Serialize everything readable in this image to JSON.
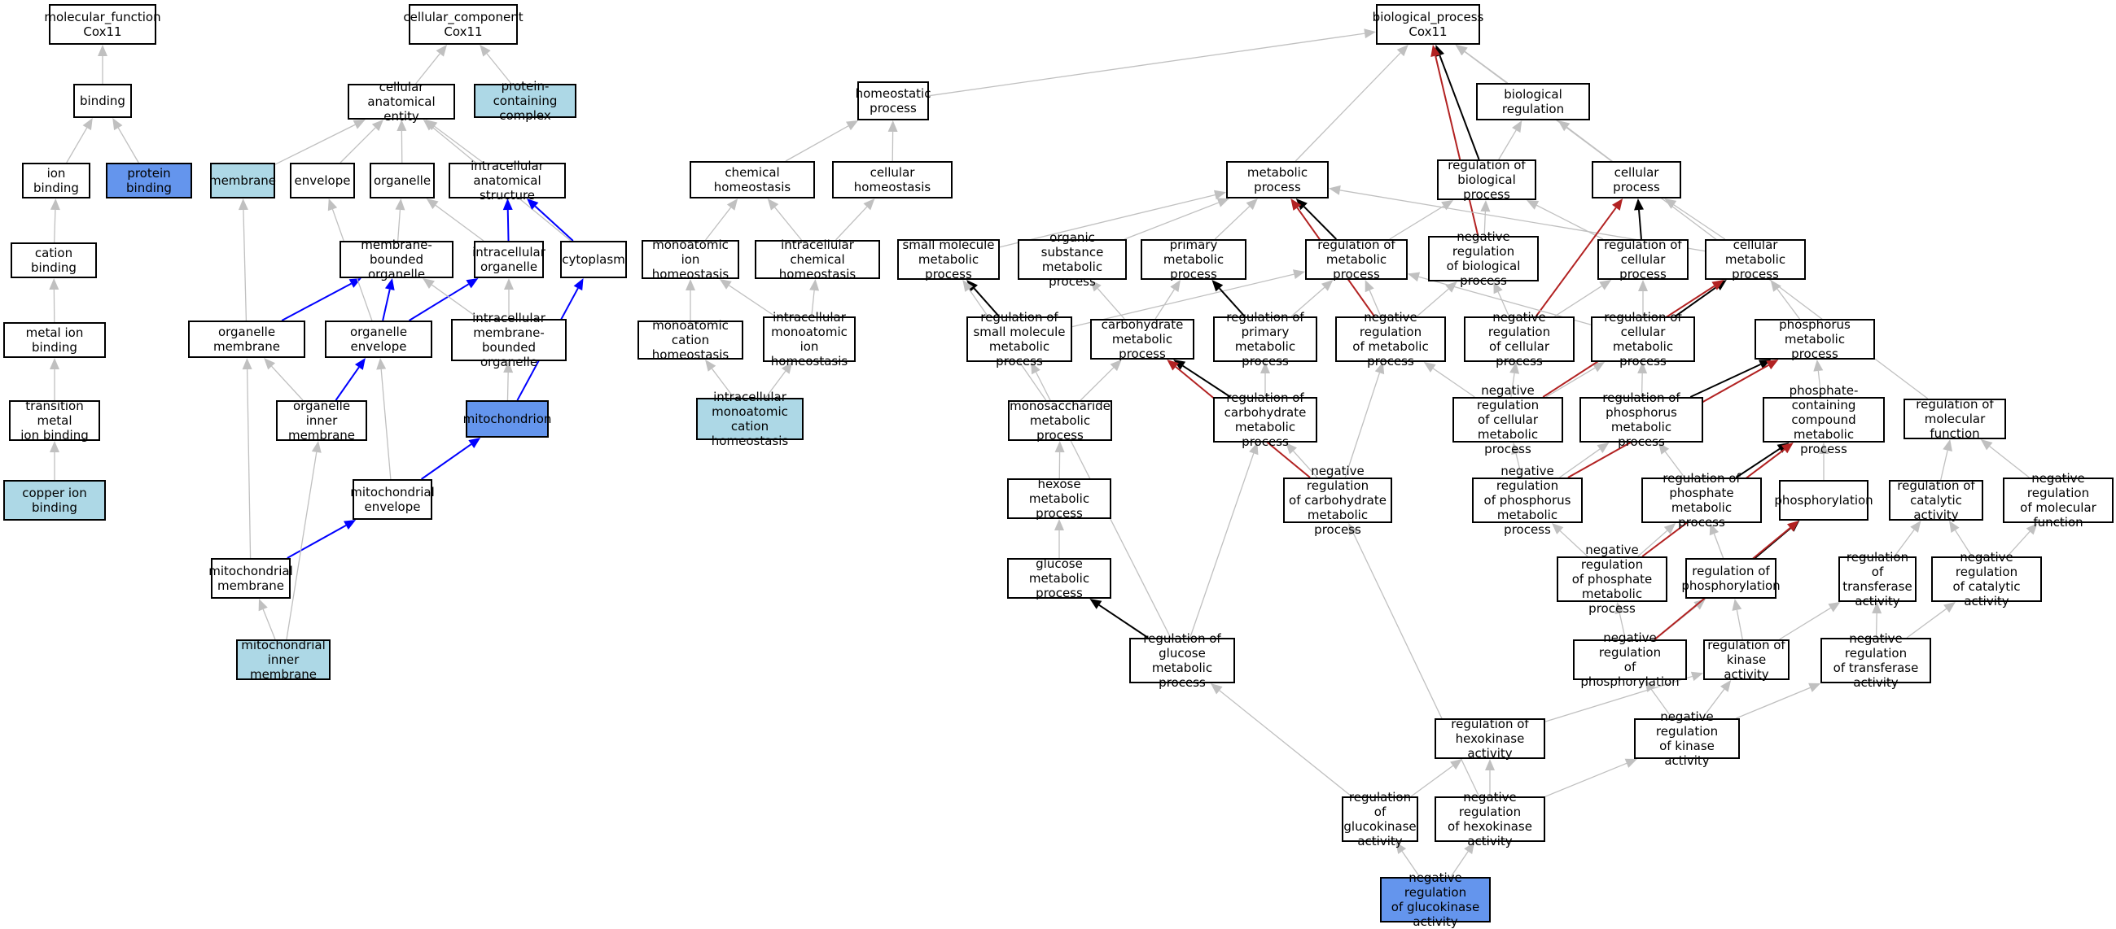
{
  "colors": {
    "gray_edge": "#c0c0c0",
    "black_edge": "#000000",
    "blue_edge": "#0000ff",
    "red_edge": "#b22222",
    "light_fill": "#add8e6",
    "dark_fill": "#6495ed"
  },
  "nodes": {
    "mf": "molecular_function\nCox11",
    "binding": "binding",
    "ion_binding": "ion binding",
    "protein_binding": "protein binding",
    "cation_binding": "cation binding",
    "metal_ion_binding": "metal ion binding",
    "transition_metal": "transition metal\nion binding",
    "copper_ion_binding": "copper ion binding",
    "cc": "cellular_component\nCox11",
    "cae": "cellular anatomical\nentity",
    "pcc": "protein-containing\ncomplex",
    "membrane": "membrane",
    "envelope": "envelope",
    "organelle": "organelle",
    "ias": "intracellular\nanatomical structure",
    "mbo": "membrane-bounded\norganelle",
    "io": "intracellular\norganelle",
    "cytoplasm": "cytoplasm",
    "org_membrane": "organelle membrane",
    "org_envelope": "organelle envelope",
    "imbo": "intracellular\nmembrane-bounded\norganelle",
    "org_inner": "organelle inner\nmembrane",
    "mitochondrion": "mitochondrion",
    "mito_env": "mitochondrial\nenvelope",
    "mito_membrane": "mitochondrial\nmembrane",
    "mito_inner": "mitochondrial\ninner membrane",
    "homeostatic": "homeostatic\nprocess",
    "chem_homeo": "chemical homeostasis",
    "cell_homeo": "cellular homeostasis",
    "mai_homeo": "monoatomic ion\nhomeostasis",
    "icch": "intracellular\nchemical homeostasis",
    "mac_homeo": "monoatomic cation\nhomeostasis",
    "imai_homeo": "intracellular\nmonoatomic ion\nhomeostasis",
    "imac_homeo": "intracellular\nmonoatomic cation\nhomeostasis",
    "bp": "biological_process\nCox11",
    "bio_reg": "biological regulation",
    "metabolic": "metabolic process",
    "reg_bp": "regulation of\nbiological process",
    "cellular_proc": "cellular process",
    "small_mol": "small molecule\nmetabolic process",
    "org_sub": "organic substance\nmetabolic process",
    "primary_met": "primary metabolic\nprocess",
    "reg_met": "regulation of\nmetabolic process",
    "neg_reg_bp": "negative regulation\nof biological\nprocess",
    "reg_cell_proc": "regulation of\ncellular process",
    "cell_met": "cellular metabolic\nprocess",
    "reg_small": "regulation of\nsmall molecule\nmetabolic process",
    "carb_met": "carbohydrate\nmetabolic process",
    "reg_primary": "regulation of\nprimary metabolic\nprocess",
    "neg_reg_met": "negative regulation\nof metabolic\nprocess",
    "neg_reg_cell_proc": "negative regulation\nof cellular\nprocess",
    "reg_cell_met": "regulation of\ncellular metabolic\nprocess",
    "phos_met": "phosphorus metabolic\nprocess",
    "mono_met": "monosaccharide\nmetabolic process",
    "reg_carb": "regulation of\ncarbohydrate\nmetabolic process",
    "neg_reg_cell_met": "negative regulation\nof cellular\nmetabolic process",
    "reg_phos_met": "regulation of\nphosphorus metabolic\nprocess",
    "pccmp": "phosphate-containing\ncompound metabolic\nprocess",
    "reg_mol_func": "regulation of\nmolecular function",
    "hexose": "hexose metabolic\nprocess",
    "neg_reg_carb": "negative regulation\nof carbohydrate\nmetabolic process",
    "neg_reg_phos_met": "negative regulation\nof phosphorus\nmetabolic process",
    "reg_phosphate": "regulation of\nphosphate metabolic\nprocess",
    "phosphorylation": "phosphorylation",
    "reg_cat": "regulation of\ncatalytic activity",
    "neg_reg_mol_func": "negative regulation\nof molecular\nfunction",
    "glucose": "glucose metabolic\nprocess",
    "neg_reg_phosphate": "negative regulation\nof phosphate\nmetabolic process",
    "reg_phosphorylation": "regulation of\nphosphorylation",
    "reg_transferase": "regulation of\ntransferase\nactivity",
    "neg_reg_cat": "negative regulation\nof catalytic\nactivity",
    "reg_glucose": "regulation of\nglucose metabolic\nprocess",
    "neg_reg_phosphorylation": "negative regulation\nof phosphorylation",
    "reg_kinase": "regulation of\nkinase activity",
    "neg_reg_transferase": "negative regulation\nof transferase\nactivity",
    "reg_hexokinase": "regulation of\nhexokinase activity",
    "neg_reg_kinase": "negative regulation\nof kinase activity",
    "reg_glucokinase": "regulation of\nglucokinase\nactivity",
    "neg_reg_hexokinase": "negative regulation\nof hexokinase\nactivity",
    "neg_reg_glucokinase": "negative regulation\nof glucokinase\nactivity"
  },
  "edges": [
    {
      "from": "binding",
      "to": "mf",
      "color": "gray"
    },
    {
      "from": "ion_binding",
      "to": "binding",
      "color": "gray"
    },
    {
      "from": "protein_binding",
      "to": "binding",
      "color": "gray"
    },
    {
      "from": "cation_binding",
      "to": "ion_binding",
      "color": "gray"
    },
    {
      "from": "metal_ion_binding",
      "to": "cation_binding",
      "color": "gray"
    },
    {
      "from": "transition_metal",
      "to": "metal_ion_binding",
      "color": "gray"
    },
    {
      "from": "copper_ion_binding",
      "to": "transition_metal",
      "color": "gray"
    },
    {
      "from": "cae",
      "to": "cc",
      "color": "gray"
    },
    {
      "from": "pcc",
      "to": "cc",
      "color": "gray"
    },
    {
      "from": "membrane",
      "to": "cae",
      "color": "gray"
    },
    {
      "from": "envelope",
      "to": "cae",
      "color": "gray"
    },
    {
      "from": "organelle",
      "to": "cae",
      "color": "gray"
    },
    {
      "from": "ias",
      "to": "cae",
      "color": "gray"
    },
    {
      "from": "cytoplasm",
      "to": "cae",
      "color": "gray"
    },
    {
      "from": "mbo",
      "to": "organelle",
      "color": "gray"
    },
    {
      "from": "io",
      "to": "organelle",
      "color": "gray"
    },
    {
      "from": "io",
      "to": "ias",
      "color": "blue"
    },
    {
      "from": "cytoplasm",
      "to": "ias",
      "color": "blue"
    },
    {
      "from": "org_membrane",
      "to": "membrane",
      "color": "gray"
    },
    {
      "from": "org_membrane",
      "to": "mbo",
      "color": "blue"
    },
    {
      "from": "org_envelope",
      "to": "mbo",
      "color": "blue"
    },
    {
      "from": "org_envelope",
      "to": "io",
      "color": "blue"
    },
    {
      "from": "org_envelope",
      "to": "envelope",
      "color": "gray"
    },
    {
      "from": "imbo",
      "to": "mbo",
      "color": "gray"
    },
    {
      "from": "imbo",
      "to": "io",
      "color": "gray"
    },
    {
      "from": "org_inner",
      "to": "org_membrane",
      "color": "gray"
    },
    {
      "from": "org_inner",
      "to": "org_envelope",
      "color": "blue"
    },
    {
      "from": "mitochondrion",
      "to": "imbo",
      "color": "gray"
    },
    {
      "from": "mitochondrion",
      "to": "cytoplasm",
      "color": "blue"
    },
    {
      "from": "mito_env",
      "to": "org_envelope",
      "color": "gray"
    },
    {
      "from": "mito_env",
      "to": "mitochondrion",
      "color": "blue"
    },
    {
      "from": "mito_membrane",
      "to": "org_membrane",
      "color": "gray"
    },
    {
      "from": "mito_membrane",
      "to": "mito_env",
      "color": "blue"
    },
    {
      "from": "mito_inner",
      "to": "mito_membrane",
      "color": "gray"
    },
    {
      "from": "mito_inner",
      "to": "org_inner",
      "color": "gray"
    },
    {
      "from": "homeostatic",
      "to": "bp",
      "color": "gray"
    },
    {
      "from": "chem_homeo",
      "to": "homeostatic",
      "color": "gray"
    },
    {
      "from": "cell_homeo",
      "to": "homeostatic",
      "color": "gray"
    },
    {
      "from": "mai_homeo",
      "to": "chem_homeo",
      "color": "gray"
    },
    {
      "from": "icch",
      "to": "chem_homeo",
      "color": "gray"
    },
    {
      "from": "icch",
      "to": "cell_homeo",
      "color": "gray"
    },
    {
      "from": "mac_homeo",
      "to": "mai_homeo",
      "color": "gray"
    },
    {
      "from": "imai_homeo",
      "to": "mai_homeo",
      "color": "gray"
    },
    {
      "from": "imai_homeo",
      "to": "icch",
      "color": "gray"
    },
    {
      "from": "imac_homeo",
      "to": "mac_homeo",
      "color": "gray"
    },
    {
      "from": "imac_homeo",
      "to": "imai_homeo",
      "color": "gray"
    },
    {
      "from": "bio_reg",
      "to": "bp",
      "color": "gray"
    },
    {
      "from": "metabolic",
      "to": "bp",
      "color": "gray"
    },
    {
      "from": "cellular_proc",
      "to": "bp",
      "color": "gray"
    },
    {
      "from": "reg_bp",
      "to": "bio_reg",
      "color": "gray"
    },
    {
      "from": "reg_bp",
      "to": "bp",
      "color": "black"
    },
    {
      "from": "neg_reg_bp",
      "to": "reg_bp",
      "color": "gray"
    },
    {
      "from": "neg_reg_bp",
      "to": "bp",
      "color": "red"
    },
    {
      "from": "small_mol",
      "to": "metabolic",
      "color": "gray"
    },
    {
      "from": "org_sub",
      "to": "metabolic",
      "color": "gray"
    },
    {
      "from": "primary_met",
      "to": "metabolic",
      "color": "gray"
    },
    {
      "from": "cell_met",
      "to": "metabolic",
      "color": "gray"
    },
    {
      "from": "cell_met",
      "to": "cellular_proc",
      "color": "gray"
    },
    {
      "from": "reg_met",
      "to": "metabolic",
      "color": "black"
    },
    {
      "from": "reg_met",
      "to": "reg_bp",
      "color": "gray"
    },
    {
      "from": "reg_cell_proc",
      "to": "cellular_proc",
      "color": "black"
    },
    {
      "from": "reg_cell_proc",
      "to": "reg_bp",
      "color": "gray"
    },
    {
      "from": "reg_small",
      "to": "small_mol",
      "color": "black"
    },
    {
      "from": "reg_small",
      "to": "reg_met",
      "color": "gray"
    },
    {
      "from": "carb_met",
      "to": "org_sub",
      "color": "gray"
    },
    {
      "from": "carb_met",
      "to": "primary_met",
      "color": "gray"
    },
    {
      "from": "reg_primary",
      "to": "primary_met",
      "color": "black"
    },
    {
      "from": "reg_primary",
      "to": "reg_met",
      "color": "gray"
    },
    {
      "from": "neg_reg_met",
      "to": "reg_met",
      "color": "gray"
    },
    {
      "from": "neg_reg_met",
      "to": "neg_reg_bp",
      "color": "gray"
    },
    {
      "from": "neg_reg_met",
      "to": "metabolic",
      "color": "red"
    },
    {
      "from": "neg_reg_cell_proc",
      "to": "reg_cell_proc",
      "color": "gray"
    },
    {
      "from": "neg_reg_cell_proc",
      "to": "neg_reg_bp",
      "color": "gray"
    },
    {
      "from": "neg_reg_cell_proc",
      "to": "cellular_proc",
      "color": "red"
    },
    {
      "from": "reg_cell_met",
      "to": "cell_met",
      "color": "black"
    },
    {
      "from": "reg_cell_met",
      "to": "reg_cell_proc",
      "color": "gray"
    },
    {
      "from": "reg_cell_met",
      "to": "reg_met",
      "color": "gray"
    },
    {
      "from": "phos_met",
      "to": "cell_met",
      "color": "gray"
    },
    {
      "from": "mono_met",
      "to": "carb_met",
      "color": "gray"
    },
    {
      "from": "mono_met",
      "to": "small_mol",
      "color": "gray"
    },
    {
      "from": "reg_carb",
      "to": "carb_met",
      "color": "black"
    },
    {
      "from": "reg_carb",
      "to": "reg_primary",
      "color": "gray"
    },
    {
      "from": "neg_reg_cell_met",
      "to": "reg_cell_met",
      "color": "gray"
    },
    {
      "from": "neg_reg_cell_met",
      "to": "neg_reg_met",
      "color": "gray"
    },
    {
      "from": "neg_reg_cell_met",
      "to": "neg_reg_cell_proc",
      "color": "gray"
    },
    {
      "from": "neg_reg_cell_met",
      "to": "cell_met",
      "color": "red"
    },
    {
      "from": "reg_phos_met",
      "to": "phos_met",
      "color": "black"
    },
    {
      "from": "reg_phos_met",
      "to": "reg_cell_met",
      "color": "gray"
    },
    {
      "from": "pccmp",
      "to": "phos_met",
      "color": "gray"
    },
    {
      "from": "reg_mol_func",
      "to": "bio_reg",
      "color": "gray"
    },
    {
      "from": "hexose",
      "to": "mono_met",
      "color": "gray"
    },
    {
      "from": "neg_reg_carb",
      "to": "reg_carb",
      "color": "gray"
    },
    {
      "from": "neg_reg_carb",
      "to": "neg_reg_met",
      "color": "gray"
    },
    {
      "from": "neg_reg_carb",
      "to": "carb_met",
      "color": "red"
    },
    {
      "from": "neg_reg_phos_met",
      "to": "reg_phos_met",
      "color": "gray"
    },
    {
      "from": "neg_reg_phos_met",
      "to": "neg_reg_cell_met",
      "color": "gray"
    },
    {
      "from": "neg_reg_phos_met",
      "to": "phos_met",
      "color": "red"
    },
    {
      "from": "reg_phosphate",
      "to": "pccmp",
      "color": "black"
    },
    {
      "from": "reg_phosphate",
      "to": "reg_phos_met",
      "color": "gray"
    },
    {
      "from": "phosphorylation",
      "to": "pccmp",
      "color": "gray"
    },
    {
      "from": "reg_cat",
      "to": "reg_mol_func",
      "color": "gray"
    },
    {
      "from": "neg_reg_mol_func",
      "to": "reg_mol_func",
      "color": "gray"
    },
    {
      "from": "glucose",
      "to": "hexose",
      "color": "gray"
    },
    {
      "from": "neg_reg_phosphate",
      "to": "reg_phosphate",
      "color": "gray"
    },
    {
      "from": "neg_reg_phosphate",
      "to": "neg_reg_phos_met",
      "color": "gray"
    },
    {
      "from": "neg_reg_phosphate",
      "to": "pccmp",
      "color": "red"
    },
    {
      "from": "reg_phosphorylation",
      "to": "phosphorylation",
      "color": "black"
    },
    {
      "from": "reg_phosphorylation",
      "to": "reg_phosphate",
      "color": "gray"
    },
    {
      "from": "reg_transferase",
      "to": "reg_cat",
      "color": "gray"
    },
    {
      "from": "neg_reg_cat",
      "to": "reg_cat",
      "color": "gray"
    },
    {
      "from": "neg_reg_cat",
      "to": "neg_reg_mol_func",
      "color": "gray"
    },
    {
      "from": "reg_glucose",
      "to": "glucose",
      "color": "black"
    },
    {
      "from": "reg_glucose",
      "to": "reg_carb",
      "color": "gray"
    },
    {
      "from": "reg_glucose",
      "to": "reg_small",
      "color": "gray"
    },
    {
      "from": "neg_reg_phosphorylation",
      "to": "reg_phosphorylation",
      "color": "gray"
    },
    {
      "from": "neg_reg_phosphorylation",
      "to": "neg_reg_phosphate",
      "color": "gray"
    },
    {
      "from": "neg_reg_phosphorylation",
      "to": "phosphorylation",
      "color": "red"
    },
    {
      "from": "reg_kinase",
      "to": "reg_phosphorylation",
      "color": "gray"
    },
    {
      "from": "reg_kinase",
      "to": "reg_transferase",
      "color": "gray"
    },
    {
      "from": "neg_reg_transferase",
      "to": "reg_transferase",
      "color": "gray"
    },
    {
      "from": "neg_reg_transferase",
      "to": "neg_reg_cat",
      "color": "gray"
    },
    {
      "from": "reg_hexokinase",
      "to": "reg_kinase",
      "color": "gray"
    },
    {
      "from": "neg_reg_kinase",
      "to": "reg_kinase",
      "color": "gray"
    },
    {
      "from": "neg_reg_kinase",
      "to": "neg_reg_phosphorylation",
      "color": "gray"
    },
    {
      "from": "neg_reg_kinase",
      "to": "neg_reg_transferase",
      "color": "gray"
    },
    {
      "from": "reg_glucokinase",
      "to": "reg_hexokinase",
      "color": "gray"
    },
    {
      "from": "reg_glucokinase",
      "to": "reg_glucose",
      "color": "gray"
    },
    {
      "from": "neg_reg_hexokinase",
      "to": "reg_hexokinase",
      "color": "gray"
    },
    {
      "from": "neg_reg_hexokinase",
      "to": "neg_reg_kinase",
      "color": "gray"
    },
    {
      "from": "neg_reg_hexokinase",
      "to": "neg_reg_carb",
      "color": "gray"
    },
    {
      "from": "neg_reg_glucokinase",
      "to": "reg_glucokinase",
      "color": "gray"
    },
    {
      "from": "neg_reg_glucokinase",
      "to": "neg_reg_hexokinase",
      "color": "gray"
    }
  ]
}
